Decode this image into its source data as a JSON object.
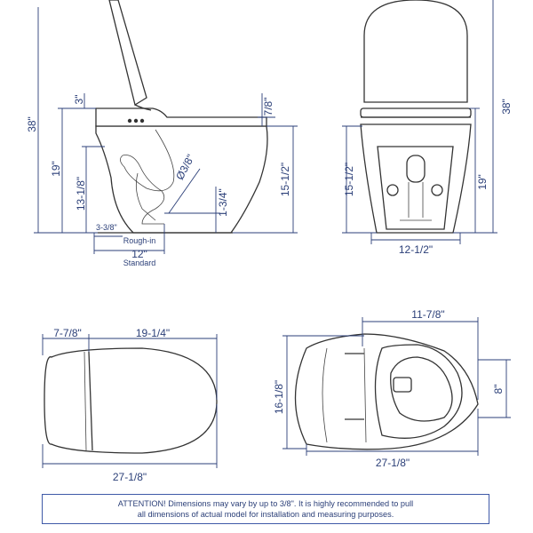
{
  "colors": {
    "dimension": "#2b3f78",
    "outline": "#333333",
    "notice_border": "#3f5aa8"
  },
  "side_view": {
    "d_3": "3\"",
    "d_38": "38\"",
    "d_19": "19\"",
    "d_13_1_8": "13-1/8\"",
    "d_3_3_8": "3-3/8\"",
    "d_7_8": "7/8\"",
    "d_15_1_2": "15-1/2\"",
    "d_1_3_4": "1-3/4\"",
    "d_pipe": "Ø3/8\"",
    "rough_in": "Rough-in",
    "rough_in_value": "12\"",
    "rough_in_note": "Standard"
  },
  "front_view": {
    "d_15_1_2": "15-1/2\"",
    "d_38": "38\"",
    "d_19": "19\"",
    "d_12_1_2": "12-1/2\""
  },
  "top_lid_view": {
    "d_7_7_8": "7-7/8\"",
    "d_19_1_4": "19-1/4\"",
    "d_27_1_8": "27-1/8\""
  },
  "top_open_view": {
    "d_11_7_8": "11-7/8\"",
    "d_16_1_8": "16-1/8\"",
    "d_8": "8\"",
    "d_27_1_8": "27-1/8\""
  },
  "notice": {
    "line1": "ATTENTION! Dimensions may vary by up to 3/8\". It is highly recommended to pull",
    "line2": "all dimensions of actual model for installation and measuring purposes."
  }
}
